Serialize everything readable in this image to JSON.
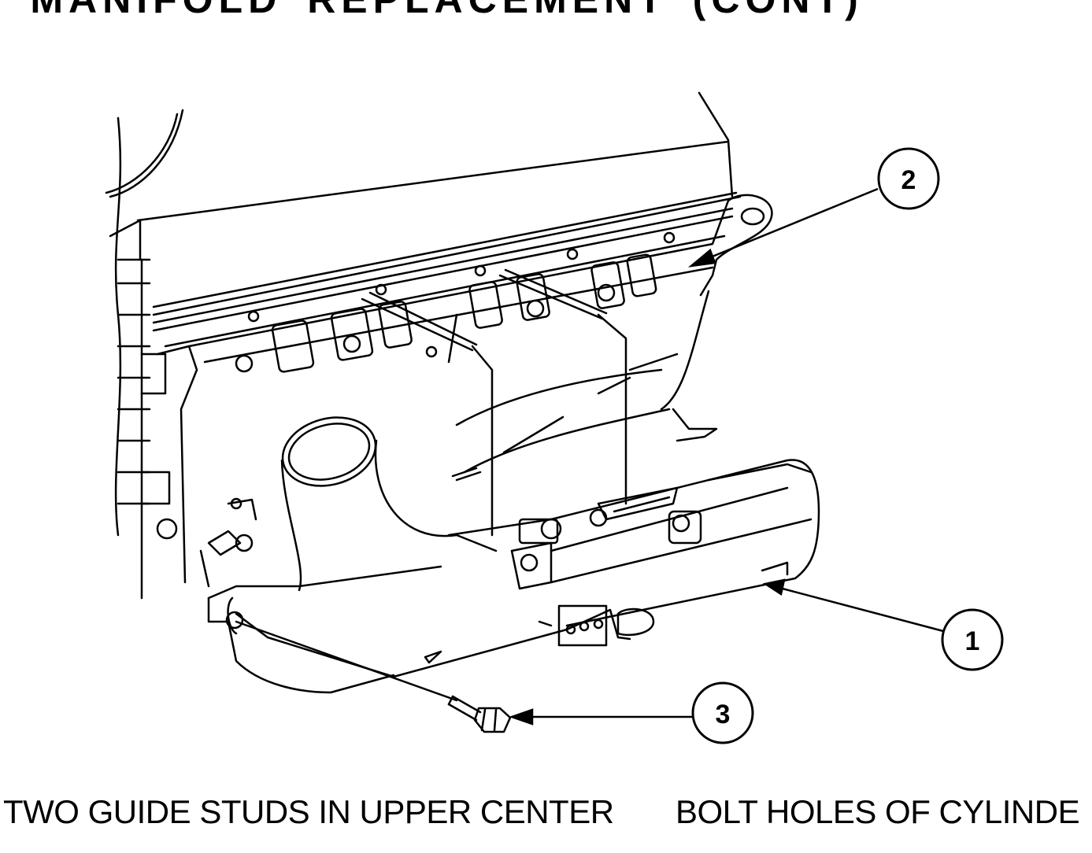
{
  "page": {
    "title_words": [
      "E",
      "MANIFOLD",
      "REPLACEMENT",
      "(CONT)"
    ],
    "caption_left": "TWO GUIDE STUDS IN UPPER CENTER",
    "caption_right": "BOLT HOLES OF CYLINDE"
  },
  "illustration": {
    "callouts": [
      {
        "label": "2"
      },
      {
        "label": "1"
      },
      {
        "label": "3"
      }
    ]
  }
}
